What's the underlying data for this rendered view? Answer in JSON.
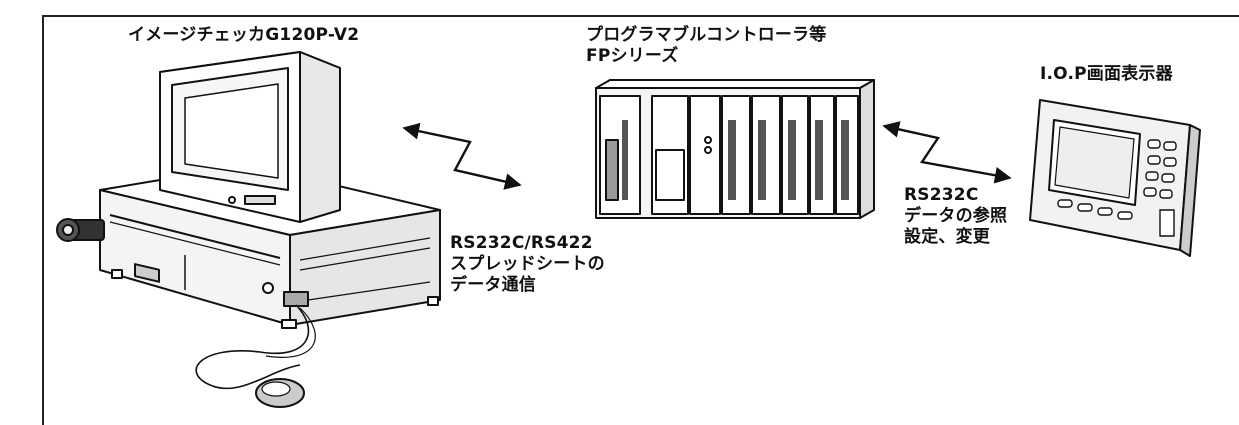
{
  "devices": {
    "image_checker": {
      "label": "イメージチェッカG120P-V2"
    },
    "plc": {
      "label_line1": "プログラマブルコントローラ等",
      "label_line2": "FPシリーズ"
    },
    "iop": {
      "label": "I.O.P画面表示器"
    }
  },
  "links": {
    "checker_to_plc": {
      "line1": "RS232C/RS422",
      "line2": "スプレッドシートの",
      "line3": "データ通信"
    },
    "plc_to_iop": {
      "line1": "RS232C",
      "line2": "データの参照",
      "line3": "設定、変更"
    }
  }
}
